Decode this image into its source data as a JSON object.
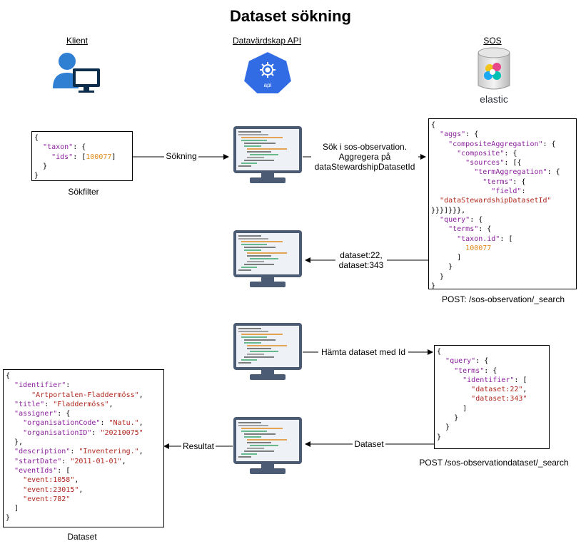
{
  "title": "Dataset sökning",
  "actors": {
    "client": "Klient",
    "api": "Datavärdskap API",
    "api_badge": "api",
    "sos": "SOS",
    "sos_logo_text": "elastic"
  },
  "captions": {
    "filter": "Sökfilter",
    "post1": "POST: /sos-observation/_search",
    "post2": "POST /sos-observationdataset/_search",
    "dataset": "Dataset"
  },
  "edges": {
    "sokning": "Sökning",
    "sok_line1": "Sök i sos-observation.",
    "sok_line2": "Aggregera på",
    "sok_line3": "dataStewardshipDatasetId",
    "result1_line1": "dataset:22,",
    "result1_line2": "dataset:343",
    "hamta": "Hämta dataset med Id",
    "dataset": "Dataset",
    "resultat": "Resultat"
  },
  "code": {
    "filter": [
      "{",
      "  \"taxon\": {",
      "    \"ids\": [100077]",
      "  }",
      "}"
    ],
    "aggs": [
      "{",
      "  \"aggs\": {",
      "    \"compositeAggregation\": {",
      "      \"composite\": {",
      "        \"sources\": [{",
      "          \"termAggregation\": {",
      "            \"terms\": {",
      "              \"field\":",
      "  \"dataStewardshipDatasetId\"",
      "}}}]}}},",
      "  \"query\": {",
      "    \"terms\": {",
      "      \"taxon.id\": [",
      "        100077",
      "      ]",
      "    }",
      "  }",
      "}"
    ],
    "query2": [
      "{",
      "  \"query\": {",
      "    \"terms\": {",
      "      \"identifier\": [",
      "        \"dataset:22\",",
      "        \"dataset:343\"",
      "      ]",
      "    }",
      "  }",
      "}"
    ],
    "dataset": [
      "{",
      "  \"identifier\":",
      "      \"Artportalen-Fladdermöss\",",
      "  \"title\": \"Fladdermöss\",",
      "  \"assigner\": {",
      "    \"organisationCode\": \"Natu.\",",
      "    \"organisationID\": \"20210075\"",
      "  },",
      "  \"description\": \"Inventering.\",",
      "  \"startDate\": \"2011-01-01\",",
      "  \"eventIds\": [",
      "    \"event:1058\",",
      "    \"event:23015\",",
      "    \"event:782\"",
      "  ]",
      "}"
    ]
  },
  "colors": {
    "key": "#8a1f9c",
    "string": "#b0281e",
    "number": "#e08a1e",
    "api_blue": "#326ce5",
    "monitor_frame": "#4a5b73"
  },
  "icons": {
    "client": "user-at-computer-icon",
    "api": "kubernetes-api-icon",
    "sos": "elastic-database-icon",
    "monitor": "code-monitor-icon"
  }
}
